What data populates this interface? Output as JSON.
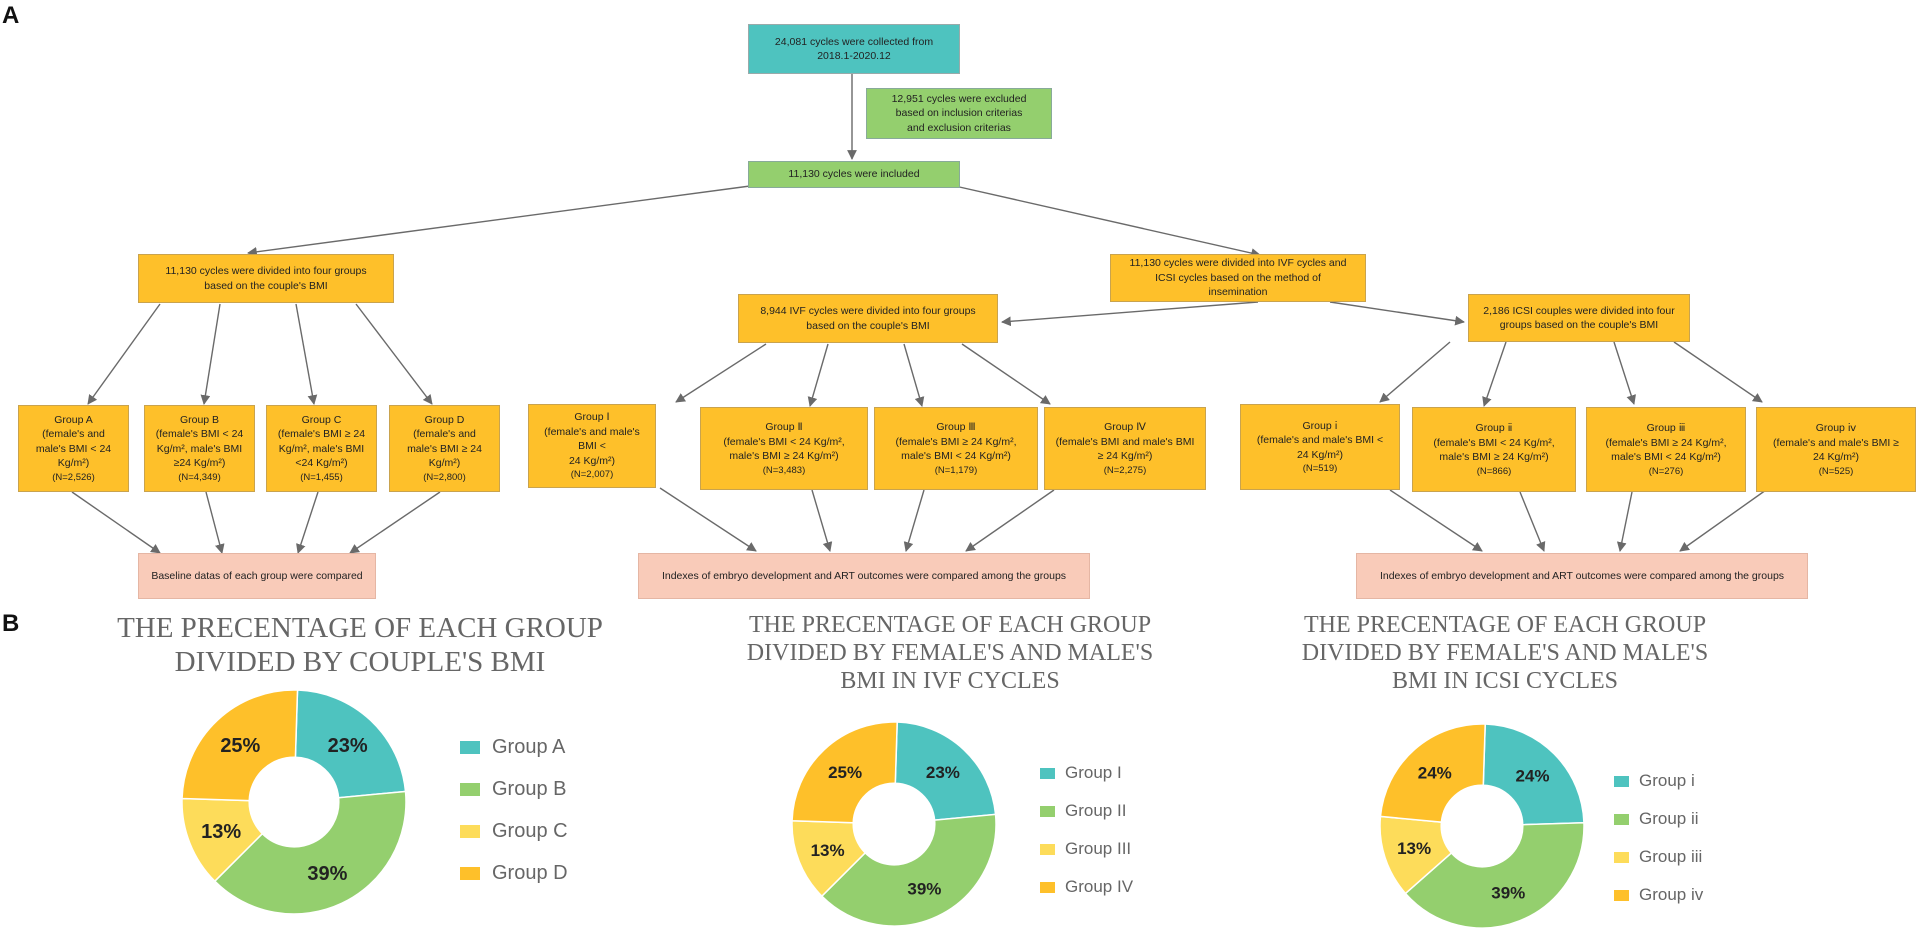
{
  "panels": {
    "a": "A",
    "b": "B"
  },
  "flow": {
    "collected": "24,081 cycles were collected from\n2018.1-2020.12",
    "excluded": "12,951 cycles were excluded\nbased on inclusion criterias\nand exclusion criterias",
    "included": "11,130 cycles were included",
    "left_split": "11,130 cycles were divided into four groups\nbased on the couple's BMI",
    "right_split": "11,130 cycles were divided into IVF cycles and\nICSI cycles based on the method of\ninsemination",
    "ivf_split": "8,944 IVF cycles were divided into four groups\nbased on the couple's BMI",
    "icsi_split": "2,186 ICSI couples were divided into four\ngroups based on the couple's BMI",
    "groups_couple": [
      {
        "main": "Group A\n(female's and\nmale's BMI < 24\nKg/m²)",
        "n": "(N=2,526)"
      },
      {
        "main": "Group B\n(female's BMI < 24\nKg/m², male's BMI\n≥24 Kg/m²)",
        "n": "(N=4,349)"
      },
      {
        "main": "Group C\n(female's BMI ≥ 24\nKg/m², male's BMI\n<24 Kg/m²)",
        "n": "(N=1,455)"
      },
      {
        "main": "Group D\n(female's and\nmale's BMI ≥ 24\nKg/m²)",
        "n": "(N=2,800)"
      }
    ],
    "groups_ivf": [
      {
        "main": "Group Ⅰ\n(female's and male's BMI <\n24 Kg/m²)",
        "n": "(N=2,007)"
      },
      {
        "main": "Group Ⅱ\n(female's BMI < 24 Kg/m²,\nmale's BMI ≥ 24 Kg/m²)",
        "n": "(N=3,483)"
      },
      {
        "main": "Group Ⅲ\n(female's BMI ≥ 24 Kg/m²,\nmale's BMI < 24 Kg/m²)",
        "n": "(N=1,179)"
      },
      {
        "main": "Group Ⅳ\n(female's BMI and male's BMI\n≥ 24 Kg/m²)",
        "n": "(N=2,275)"
      }
    ],
    "groups_icsi": [
      {
        "main": "Group ⅰ\n(female's and male's BMI <\n24 Kg/m²)",
        "n": "(N=519)"
      },
      {
        "main": "Group ⅱ\n(female's BMI < 24 Kg/m²,\nmale's BMI ≥ 24 Kg/m²)",
        "n": "(N=866)"
      },
      {
        "main": "Group ⅲ\n(female's BMI ≥ 24 Kg/m²,\nmale's BMI < 24 Kg/m²)",
        "n": "(N=276)"
      },
      {
        "main": "Group ⅳ\n(female's and male's BMI ≥\n24 Kg/m²)",
        "n": "(N=525)"
      }
    ],
    "baseline": "Baseline datas of each group were compared",
    "ivf_outcome": "Indexes of embryo development and ART outcomes were compared among the groups",
    "icsi_outcome": "Indexes of embryo development and ART outcomes were compared among the groups"
  },
  "colors": {
    "teal": "#4ec3bf",
    "green": "#94cf6e",
    "light_yellow": "#fddc5a",
    "orange": "#fec02a",
    "pink": "#f9cbb9"
  },
  "chart_data": [
    {
      "type": "pie",
      "title": "THE PRECENTAGE OF EACH GROUP\nDIVIDED BY COUPLE'S BMI",
      "categories": [
        "Group A",
        "Group B",
        "Group C",
        "Group D"
      ],
      "values": [
        23,
        39,
        13,
        25
      ],
      "labels": [
        "23%",
        "39%",
        "13%",
        "25%"
      ],
      "colors": [
        "#4ec3bf",
        "#94cf6e",
        "#fddc5a",
        "#fec02a"
      ],
      "legend": "right"
    },
    {
      "type": "pie",
      "title": "THE PRECENTAGE OF EACH GROUP\nDIVIDED BY FEMALE'S AND MALE'S\nBMI IN IVF CYCLES",
      "categories": [
        "Group I",
        "Group II",
        "Group III",
        "Group IV"
      ],
      "values": [
        23,
        39,
        13,
        25
      ],
      "labels": [
        "23%",
        "39%",
        "13%",
        "25%"
      ],
      "colors": [
        "#4ec3bf",
        "#94cf6e",
        "#fddc5a",
        "#fec02a"
      ],
      "legend": "right"
    },
    {
      "type": "pie",
      "title": "THE PRECENTAGE OF EACH GROUP\nDIVIDED BY FEMALE'S AND MALE'S\nBMI IN ICSI CYCLES",
      "categories": [
        "Group i",
        "Group ii",
        "Group iii",
        "Group iv"
      ],
      "values": [
        24,
        39,
        13,
        24
      ],
      "labels": [
        "24%",
        "39%",
        "13%",
        "24%"
      ],
      "colors": [
        "#4ec3bf",
        "#94cf6e",
        "#fddc5a",
        "#fec02a"
      ],
      "legend": "right"
    }
  ]
}
